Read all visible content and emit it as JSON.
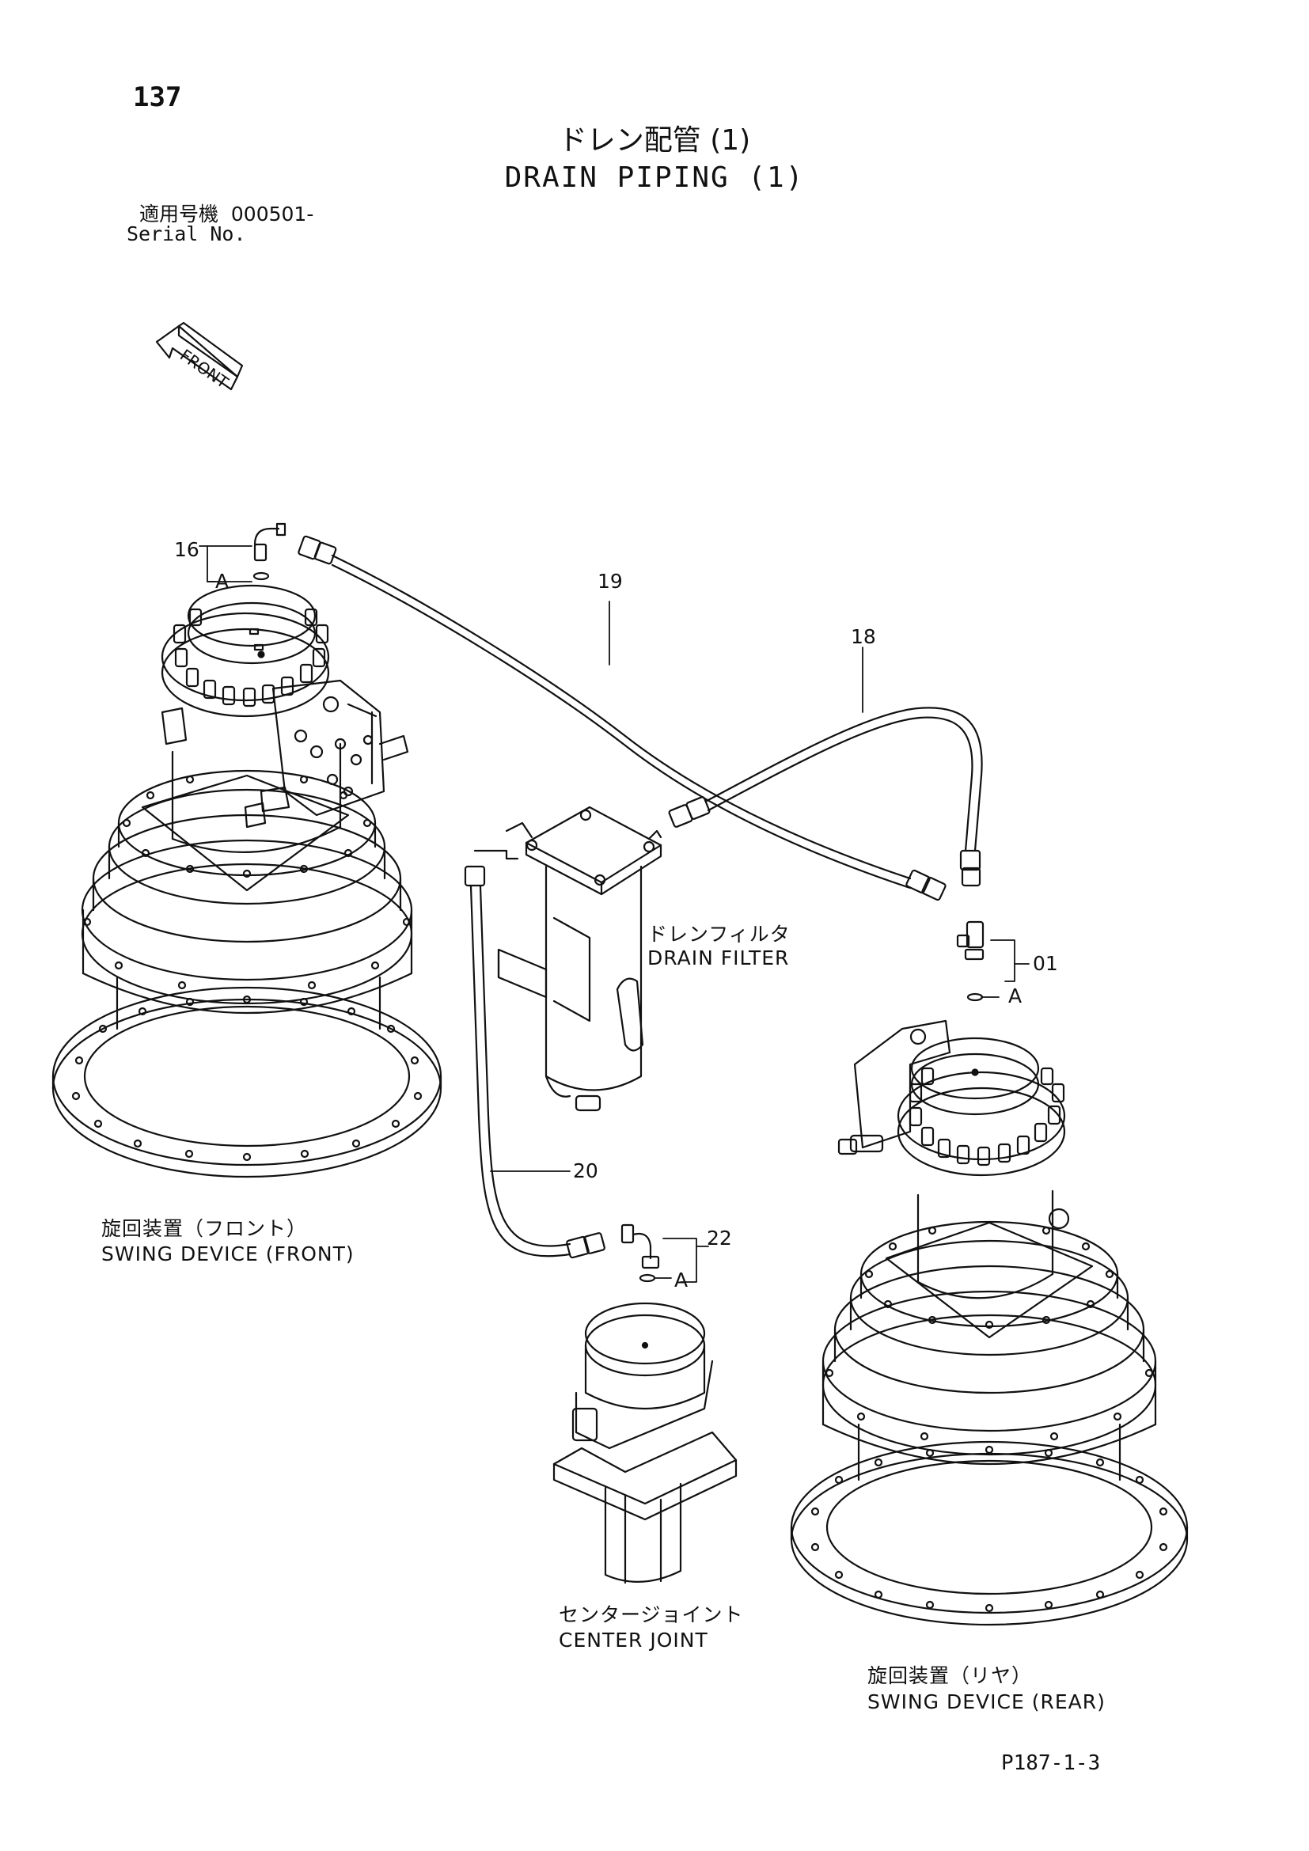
{
  "page": {
    "number": "137",
    "title_jp": "ドレン配管 (1)",
    "title_en": "DRAIN PIPING (1)",
    "serial_jp": "適用号機  000501-",
    "serial_en": "Serial No.",
    "footer_code": "P187-1-3"
  },
  "arrow": {
    "label": "FRONT"
  },
  "callouts": {
    "c16": "16",
    "c19": "19",
    "c18": "18",
    "c01": "01",
    "c20": "20",
    "c22": "22",
    "a1": "A",
    "a2": "A",
    "a3": "A"
  },
  "components": {
    "drain_filter_jp": "ドレンフィルタ",
    "drain_filter_en": "DRAIN FILTER",
    "swing_front_jp": "旋回装置（フロント）",
    "swing_front_en": "SWING DEVICE (FRONT)",
    "center_joint_jp": "センタージョイント",
    "center_joint_en": "CENTER JOINT",
    "swing_rear_jp": "旋回装置（リヤ）",
    "swing_rear_en": "SWING DEVICE (REAR)"
  }
}
